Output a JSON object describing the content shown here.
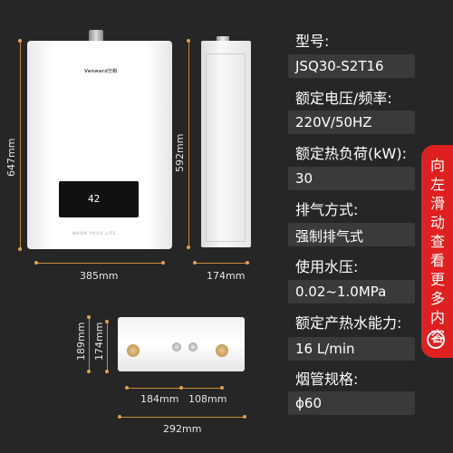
{
  "dimensions": {
    "front_height": "647mm",
    "front_width": "385mm",
    "side_height": "592mm",
    "side_depth": "174mm",
    "bottom_h1": "189mm",
    "bottom_h2": "174mm",
    "bottom_w1": "184mm",
    "bottom_w2": "108mm",
    "bottom_total": "292mm"
  },
  "heater": {
    "brand": "Vanward万和",
    "display_temp": "42",
    "slogan": "WARM YOUR LIFE"
  },
  "specs": [
    {
      "label": "型号:",
      "value": "JSQ30-S2T16"
    },
    {
      "label": "额定电压/频率:",
      "value": "220V/50HZ"
    },
    {
      "label": "额定热负荷(kW):",
      "value": "30"
    },
    {
      "label": "排气方式:",
      "value": "强制排气式"
    },
    {
      "label": "使用水压:",
      "value": "0.02~1.0MPa"
    },
    {
      "label": "额定产热水能力:",
      "value": "16 L/min"
    },
    {
      "label": "烟管规格:",
      "value": "ϕ60"
    }
  ],
  "side_tab": {
    "text": "向左滑动查看更多内容",
    "arrow": "<"
  },
  "colors": {
    "background": "#262626",
    "accent": "#e02020",
    "dim_line": "#c98a3a"
  }
}
